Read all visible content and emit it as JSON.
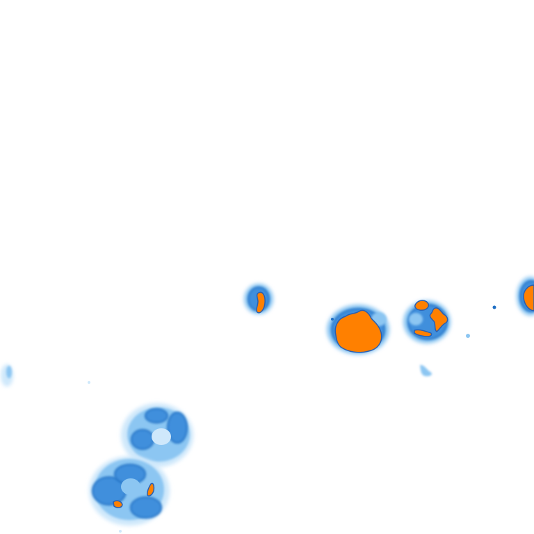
{
  "map": {
    "kind": "precipitation-radar-tile",
    "background": "#ffffff",
    "colors": {
      "trace": "#cfe8fb",
      "light": "#8cc6f2",
      "moderate": "#3f8fdc",
      "edge": "#1f6fc4",
      "heavy": "#ff8000",
      "heavy_outline": "#2a5fb0"
    },
    "cells": [
      {
        "name": "cell-west-edge",
        "intensity": "light"
      },
      {
        "name": "cell-central-small",
        "intensity": "heavy"
      },
      {
        "name": "cell-central-large",
        "intensity": "heavy"
      },
      {
        "name": "cell-east-cluster",
        "intensity": "heavy"
      },
      {
        "name": "cell-east-edge",
        "intensity": "heavy"
      },
      {
        "name": "cell-southwest-upper",
        "intensity": "moderate"
      },
      {
        "name": "cell-southwest-lower",
        "intensity": "heavy"
      }
    ]
  }
}
